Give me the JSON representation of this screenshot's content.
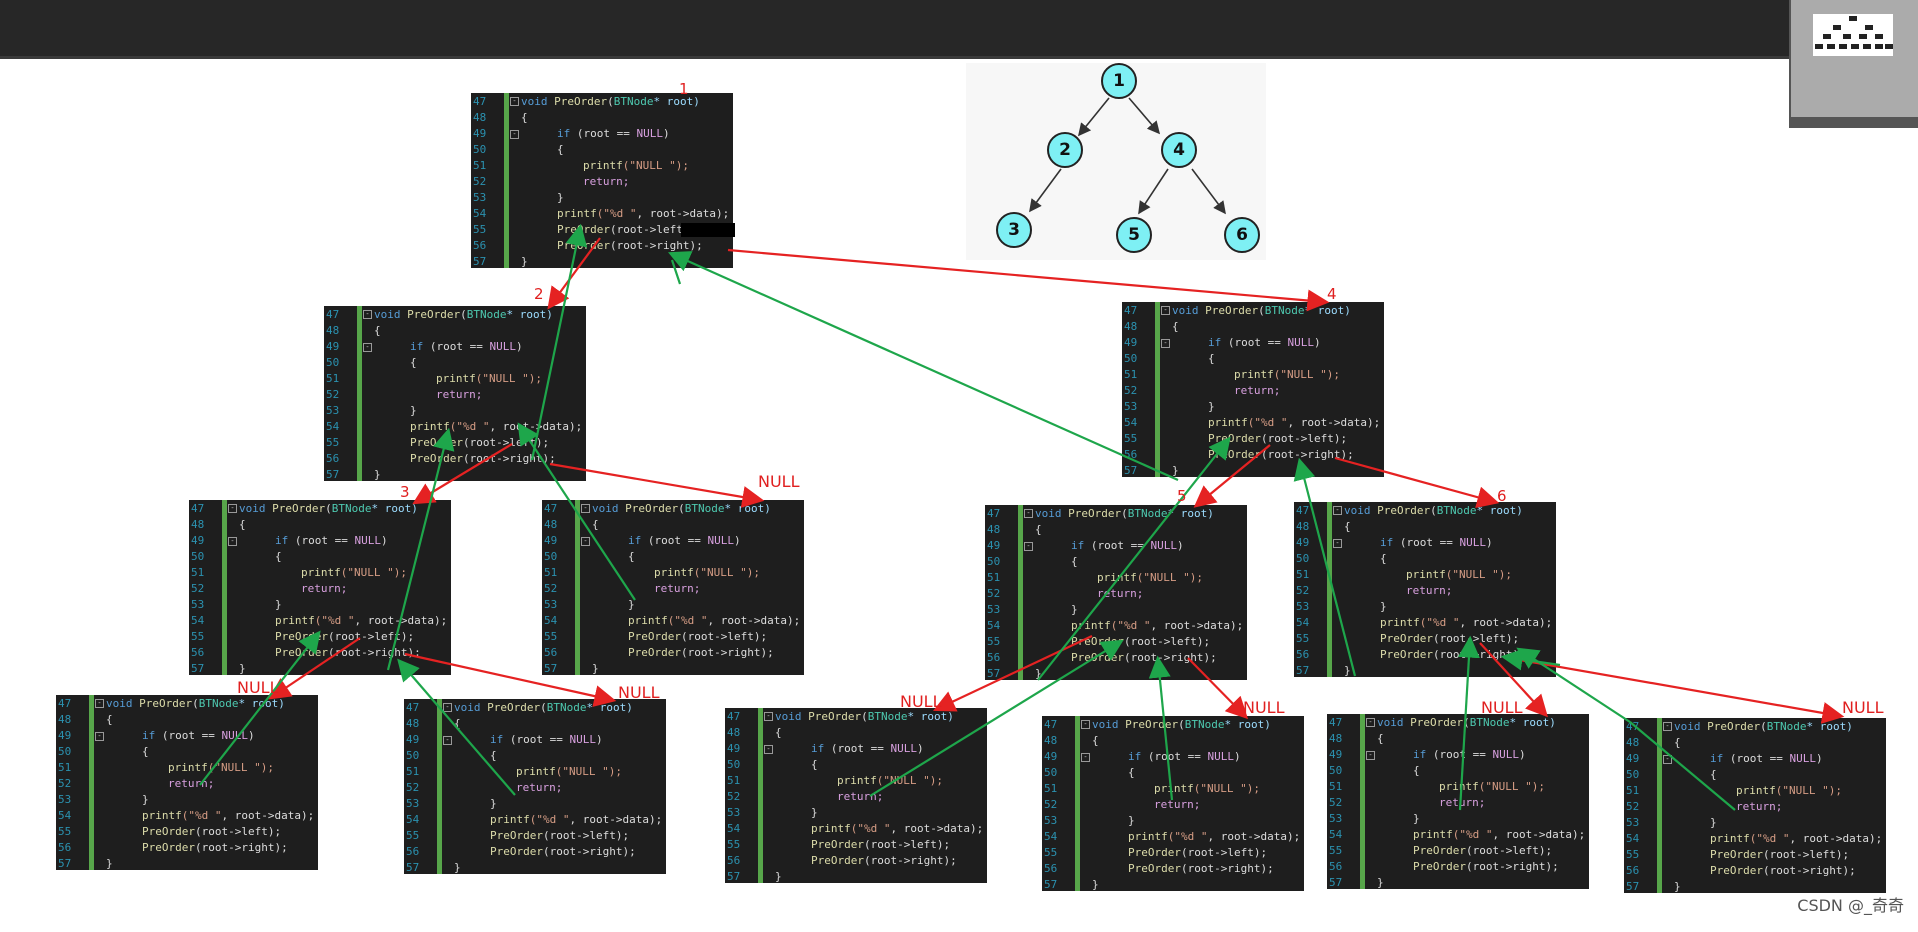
{
  "code": {
    "line_numbers": [
      "47",
      "48",
      "49",
      "50",
      "51",
      "52",
      "53",
      "54",
      "55",
      "56",
      "57"
    ],
    "l47_void": "void",
    "l47_name": "PreOrder",
    "l47_type": "BTNode",
    "l47_rest": "* root)",
    "l48": "{",
    "l49_if": "if",
    "l49_cond_open": " (root == ",
    "l49_null": "NULL",
    "l49_close": ")",
    "l50": "{",
    "l51_printf": "printf",
    "l51_arg": "(\"NULL \");",
    "l52_return": "return;",
    "l53": "}",
    "l54_printf": "printf",
    "l54_str": "(\"%d \"",
    "l54_rest": ", root->data);",
    "l55_call": "PreOrder",
    "l55_rest": "(root->left);",
    "l56_call": "PreOrder",
    "l56_rest": "(root->right);",
    "l57": "}"
  },
  "tree": {
    "nodes": [
      "1",
      "2",
      "4",
      "3",
      "5",
      "6"
    ]
  },
  "labels": {
    "n1": "1",
    "n2": "2",
    "n3": "3",
    "n4": "4",
    "n5": "5",
    "n6": "6",
    "null": "NULL"
  },
  "watermark": "CSDN @_奇奇",
  "colors": {
    "green_arrow": "#1ea64b",
    "red_arrow": "#e52222",
    "node_fill": "#7ef0f4",
    "editor_bg": "#1e1e1e"
  }
}
